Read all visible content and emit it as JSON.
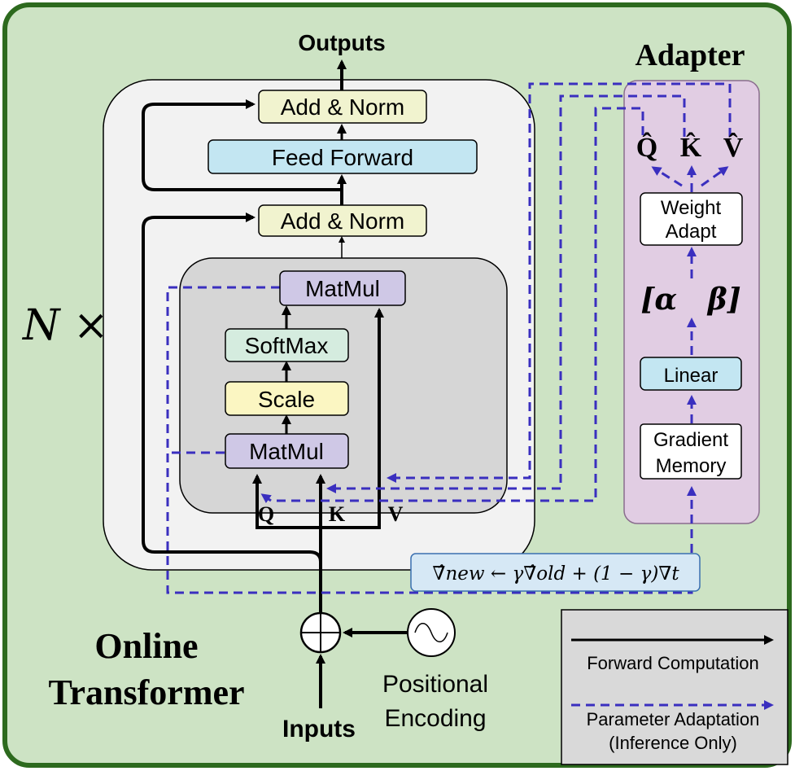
{
  "colors": {
    "background_green": "#cde3c4",
    "border_green": "#2d6a1e",
    "transformer_block": "#f2f2f2",
    "attention_block": "#d6d6d6",
    "add_norm_fill": "#f1f3cf",
    "feed_forward_fill": "#c3e6f2",
    "matmul_fill": "#cfc8e6",
    "softmax_fill": "#d5ecdf",
    "scale_fill": "#fbf6c2",
    "adapter_panel": "#e1cde3",
    "legend_fill": "#d9d9d9",
    "dashed_arrow": "#3a2fbf"
  },
  "labels": {
    "outputs": "Outputs",
    "inputs": "Inputs",
    "add_norm_top": "Add & Norm",
    "feed_forward": "Feed Forward",
    "add_norm_bottom": "Add & Norm",
    "matmul_top": "MatMul",
    "softmax": "SoftMax",
    "scale": "Scale",
    "matmul_bottom": "MatMul",
    "q": "Q",
    "k": "K",
    "v": "V",
    "n_times": "N ×",
    "positional_line1": "Positional",
    "positional_line2": "Encoding",
    "online_line1": "Online",
    "online_line2": "Transformer"
  },
  "adapter": {
    "title": "Adapter",
    "q_hat": "Q̂",
    "k_hat": "K̂",
    "v_hat": "V̂",
    "weight_adapt_line1": "Weight",
    "weight_adapt_line2": "Adapt",
    "alpha_beta": "[α   β]",
    "linear": "Linear",
    "gradient_memory_line1": "Gradient",
    "gradient_memory_line2": "Memory"
  },
  "equation": "∇̂new ← γ∇̂old + (1 − γ)∇t",
  "legend": {
    "forward": "Forward Computation",
    "adaptation_line1": "Parameter Adaptation",
    "adaptation_line2": "(Inference Only)"
  }
}
